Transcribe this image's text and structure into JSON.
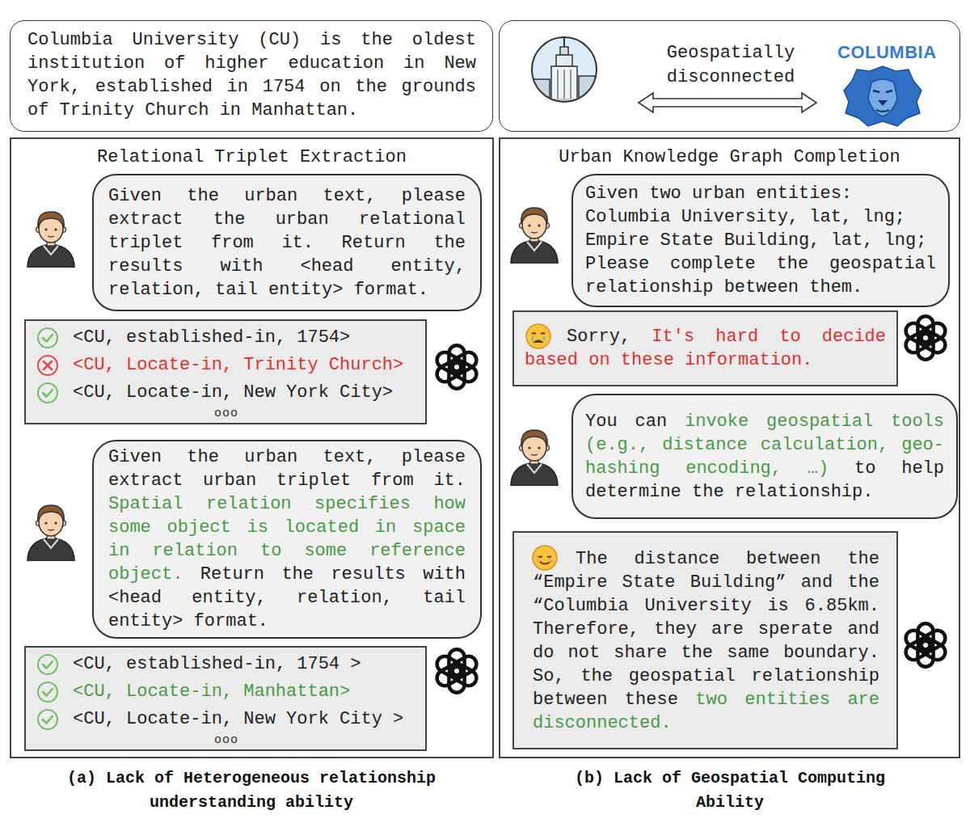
{
  "diagram": {
    "nodes": [
      {
        "text": [
          "Columbia University (CU) is the oldest institution of higher education in New York, established in 1754 on the grounds of Trinity Church in Manhattan."
        ]
      },
      {
        "text": [
          "Geospatially disconnected"
        ]
      },
      {
        "text": [
          "Relational Triplet Extraction"
        ]
      },
      {
        "text": [
          "Given the urban text, please extract the urban relational triplet from it. Return the results with <head entity, relation, tail entity> format."
        ],
        "in": 2
      },
      {
        "text": [
          "<CU, established-in, 1754>",
          "<CU, Locate-in, Trinity Church>",
          "<CU, Locate-in, New York City>",
          "ooo"
        ],
        "in": 2
      },
      {
        "text": [
          "Given the urban text, please extract urban triplet from it.",
          "Spatial relation specifies how some object is located in space in relation to some reference object.",
          "Return the results with <head entity, relation, tail entity> format."
        ],
        "in": 2
      },
      {
        "text": [
          "<CU, established-in, 1754 >",
          "<CU, Locate-in, Manhattan>",
          "<CU, Locate-in, New York City >",
          "ooo"
        ],
        "in": 2
      },
      {
        "text": [
          "Urban Knowledge Graph Completion"
        ]
      },
      {
        "text": [
          "Given two urban entities:",
          "Columbia University, lat, lng;",
          "Empire State Building, lat, lng;",
          "Please complete the geospatial relationship between them."
        ],
        "in": 7
      },
      {
        "text": [
          "Sorry,",
          "It's hard to decide based on these information."
        ],
        "in": 7
      },
      {
        "text": [
          "You can",
          "invoke geospatial tools (e.g., distance calculation, geo-hashing encoding, …)",
          "to help determine the relationship."
        ],
        "in": 7
      },
      {
        "text": [
          "The distance between the “Empire State Building” and the “Columbia University is 6.85km. Therefore, they are sperate and do not share the same boundary. So, the geospatial relationship between these",
          "two entities are disconnected."
        ],
        "in": 7
      }
    ],
    "labels": [
      "COLUMBIA",
      "(a) Lack of Heterogeneous relationship understanding ability",
      "(b) Lack of Geospatial Computing Ability"
    ]
  }
}
